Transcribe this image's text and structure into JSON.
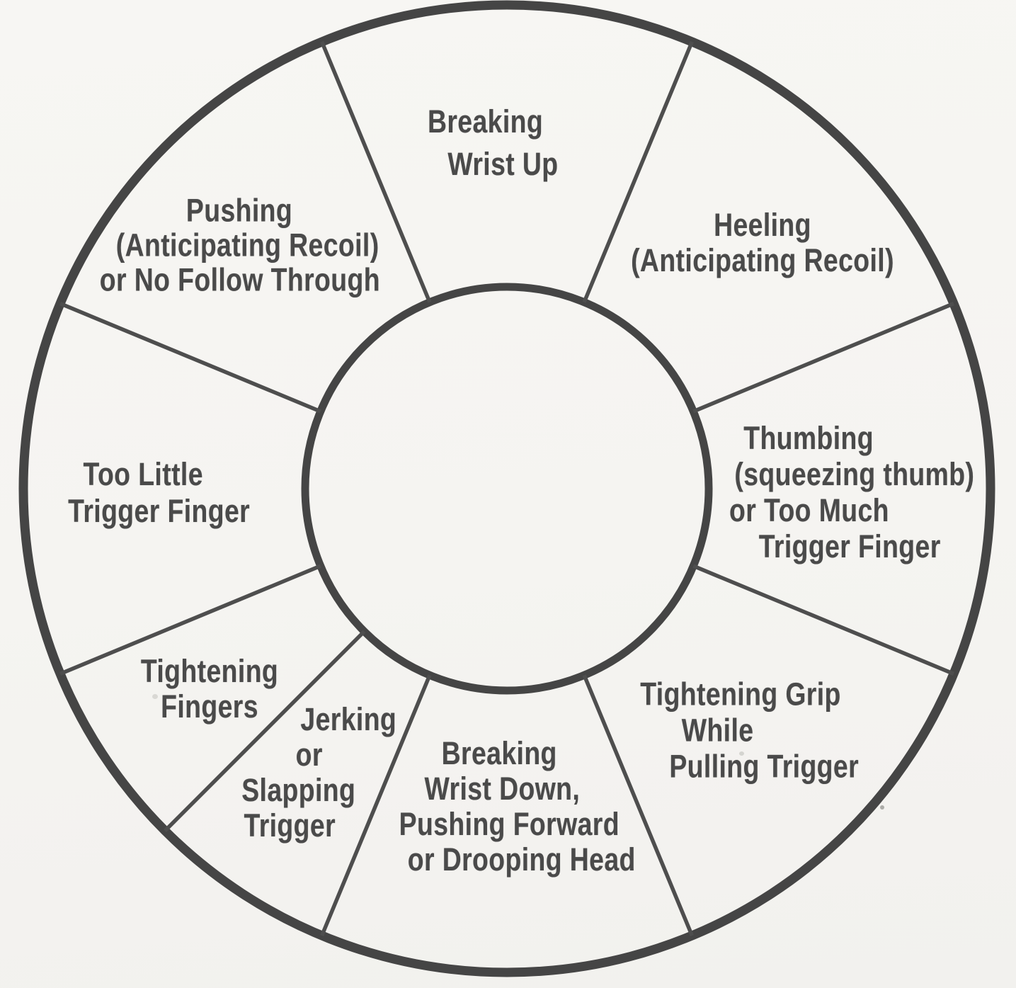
{
  "colors": {
    "background": "#f5f4f1",
    "ring_line": "#454545",
    "divider_line": "#4e4e4e",
    "text": "#4a4a4a"
  },
  "wheel": {
    "segments": [
      {
        "name": "breaking-wrist-up",
        "label": "Breaking Wrist Up",
        "lines": [
          "Breaking",
          "Wrist Up"
        ]
      },
      {
        "name": "heeling",
        "label": "Heeling (Anticipating Recoil)",
        "lines": [
          "Heeling",
          "(Anticipating Recoil)"
        ]
      },
      {
        "name": "thumbing",
        "label": "Thumbing (squeezing thumb) or Too Much Trigger Finger",
        "lines": [
          "Thumbing",
          "(squeezing thumb)",
          "or Too Much",
          "Trigger Finger"
        ]
      },
      {
        "name": "tightening-grip",
        "label": "Tightening Grip While Pulling Trigger",
        "lines": [
          "Tightening Grip",
          "While",
          "Pulling Trigger"
        ]
      },
      {
        "name": "breaking-wrist-down",
        "label": "Breaking Wrist Down, Pushing Forward or Drooping Head",
        "lines": [
          "Breaking",
          "Wrist Down,",
          "Pushing Forward",
          "or Drooping Head"
        ]
      },
      {
        "name": "jerking-slapping",
        "label": "Jerking or Slapping Trigger",
        "lines": [
          "Jerking",
          "or",
          "Slapping",
          "Trigger"
        ]
      },
      {
        "name": "tightening-fingers",
        "label": "Tightening Fingers",
        "lines": [
          "Tightening",
          "Fingers"
        ]
      },
      {
        "name": "too-little-trigger-finger",
        "label": "Too Little Trigger Finger",
        "lines": [
          "Too Little",
          "Trigger Finger"
        ]
      },
      {
        "name": "pushing",
        "label": "Pushing (Anticipating Recoil) or No Follow Through",
        "lines": [
          "Pushing",
          "(Anticipating Recoil)",
          "or No Follow Through"
        ]
      }
    ]
  }
}
